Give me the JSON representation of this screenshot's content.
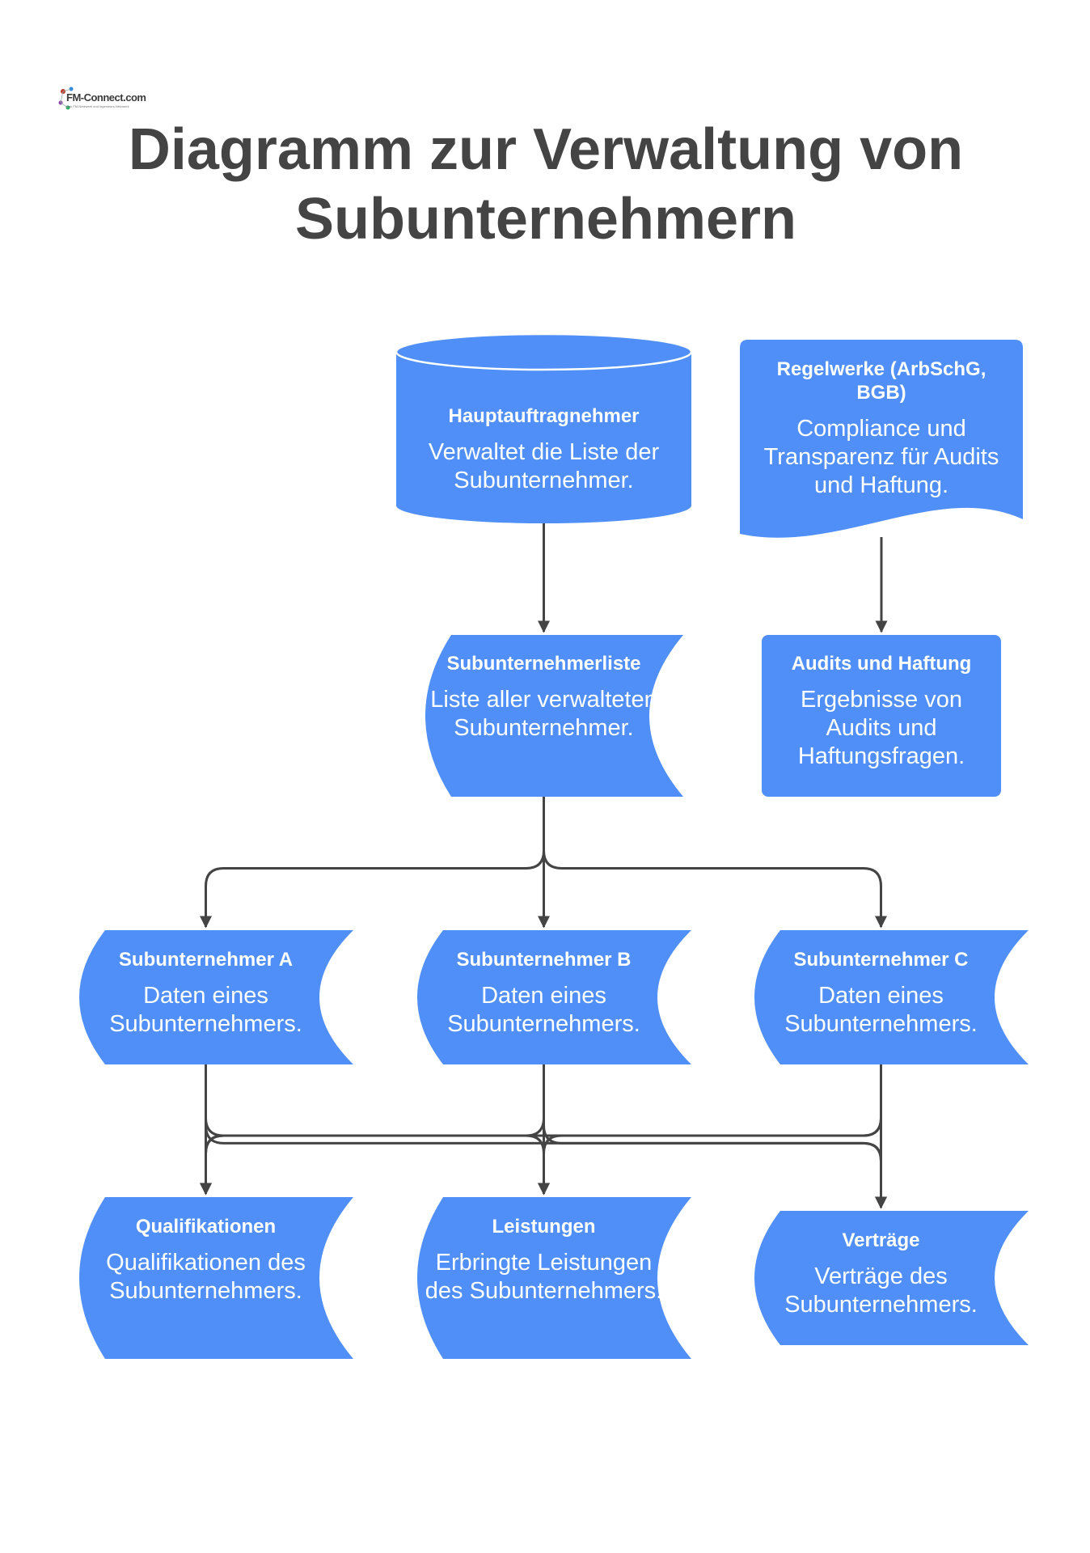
{
  "logo": {
    "text": "FM-Connect.com",
    "subtitle": "Das FM-Netzwerk und Ingenieurs-Netzwerk"
  },
  "title": "Diagramm zur Verwaltung von Subunternehmern",
  "colors": {
    "node_fill": "#4f8ff7",
    "connector": "#444444",
    "title": "#444444",
    "node_text": "#ffffff"
  },
  "nodes": {
    "hauptauftragnehmer": {
      "shape": "database",
      "title": "Hauptauftragnehmer",
      "desc": "Verwaltet die Liste der Subunternehmer."
    },
    "regelwerke": {
      "shape": "document",
      "title": "Regelwerke (ArbSchG, BGB)",
      "desc": "Compliance und Transparenz für Audits und Haftung."
    },
    "liste": {
      "shape": "stored-data",
      "title": "Subunternehmerliste",
      "desc": "Liste aller verwalteten Subunternehmer."
    },
    "audits": {
      "shape": "rectangle",
      "title": "Audits und Haftung",
      "desc": "Ergebnisse von Audits und Haftungsfragen."
    },
    "sub_a": {
      "shape": "stored-data",
      "title": "Subunternehmer A",
      "desc": "Daten eines Subunternehmers."
    },
    "sub_b": {
      "shape": "stored-data",
      "title": "Subunternehmer B",
      "desc": "Daten eines Subunternehmers."
    },
    "sub_c": {
      "shape": "stored-data",
      "title": "Subunternehmer C",
      "desc": "Daten eines Subunternehmers."
    },
    "qualifikationen": {
      "shape": "stored-data",
      "title": "Qualifikationen",
      "desc": "Qualifikationen des Subunternehmers."
    },
    "leistungen": {
      "shape": "stored-data",
      "title": "Leistungen",
      "desc": "Erbringte Leistungen des Subunternehmers."
    },
    "vertraege": {
      "shape": "stored-data",
      "title": "Verträge",
      "desc": "Verträge des Subunternehmers."
    }
  },
  "edges": [
    {
      "from": "hauptauftragnehmer",
      "to": "liste"
    },
    {
      "from": "regelwerke",
      "to": "audits"
    },
    {
      "from": "liste",
      "to": "sub_a"
    },
    {
      "from": "liste",
      "to": "sub_b"
    },
    {
      "from": "liste",
      "to": "sub_c"
    },
    {
      "from": "sub_a",
      "to": "qualifikationen"
    },
    {
      "from": "sub_a",
      "to": "leistungen"
    },
    {
      "from": "sub_a",
      "to": "vertraege"
    },
    {
      "from": "sub_b",
      "to": "qualifikationen"
    },
    {
      "from": "sub_b",
      "to": "leistungen"
    },
    {
      "from": "sub_b",
      "to": "vertraege"
    },
    {
      "from": "sub_c",
      "to": "qualifikationen"
    },
    {
      "from": "sub_c",
      "to": "leistungen"
    },
    {
      "from": "sub_c",
      "to": "vertraege"
    }
  ]
}
